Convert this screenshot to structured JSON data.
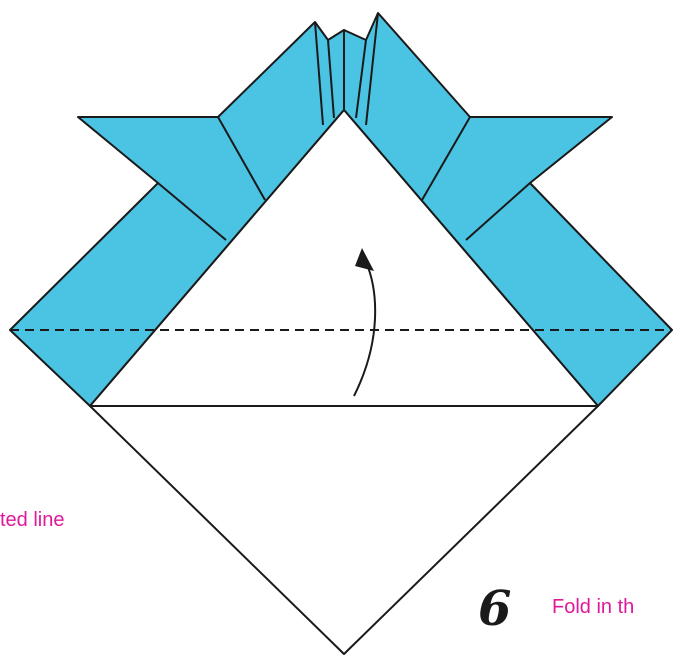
{
  "colors": {
    "paper_colored": "#4bc4e3",
    "paper_white": "#ffffff",
    "line": "#1a1a1a",
    "caption": "#e0199b",
    "step_number": "#1a1a1a"
  },
  "captions": {
    "left_partial": "ted line",
    "step_number": "6",
    "right_partial": "Fold in th"
  }
}
